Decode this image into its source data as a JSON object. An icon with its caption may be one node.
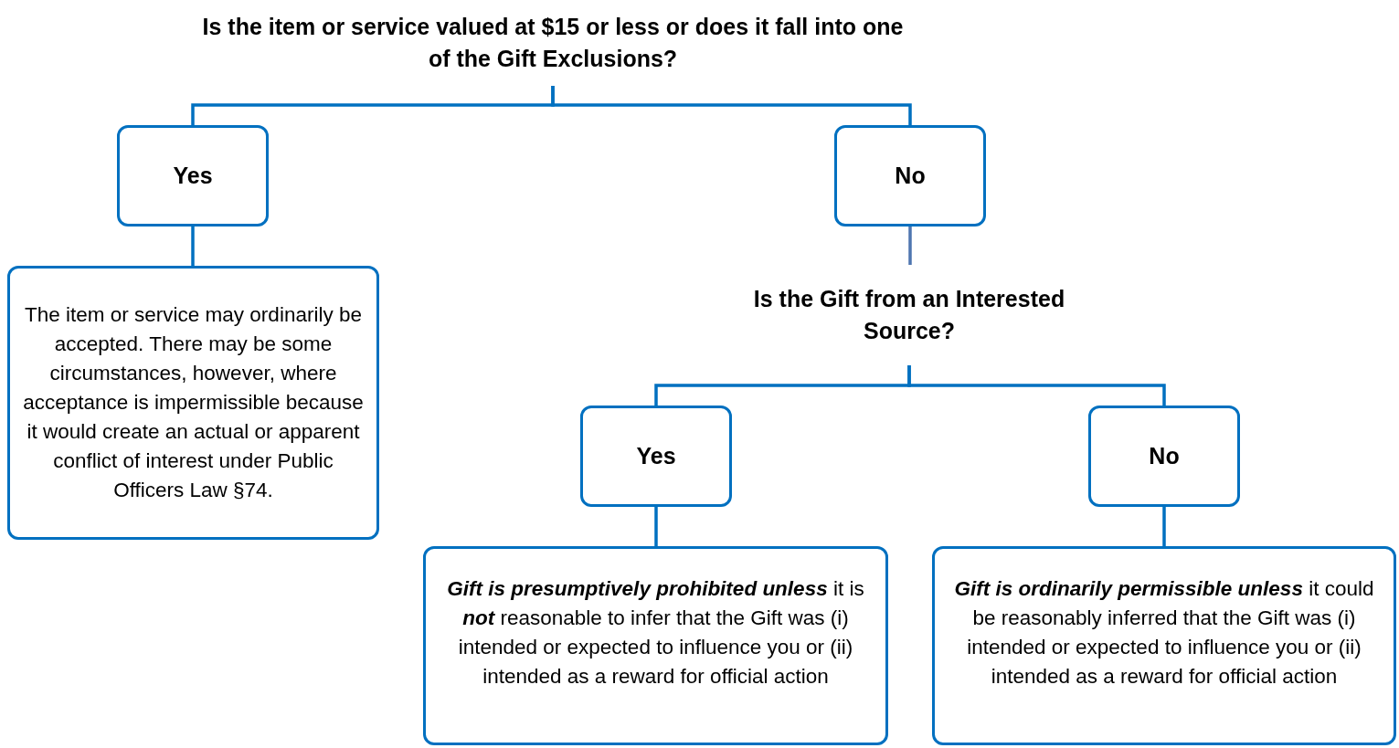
{
  "diagram": {
    "nodes": [
      {
        "text": [
          "Is the item or service valued at $15 or less or does it fall into one of the Gift Exclusions?"
        ]
      },
      {
        "text": [
          "Yes"
        ]
      },
      {
        "text": [
          "No"
        ]
      },
      {
        "text": [
          "The item or service may ordinarily be accepted.  There may be some circumstances, however, where acceptance is impermissible because it would create an actual or apparent conflict of interest under Public Officers Law §74."
        ]
      },
      {
        "text": [
          "Is the Gift from an Interested Source?"
        ]
      },
      {
        "text": [
          "Yes"
        ]
      },
      {
        "text": [
          "No"
        ]
      },
      {
        "text": [
          "**Gift is presumptively prohibited unless** it is **not** reasonable to infer that the Gift was (i) intended or expected to influence you or (ii) intended as a reward for official action"
        ]
      },
      {
        "text": [
          "**Gift is ordinarily permissible unless** it could be reasonably inferred that the Gift was (i) intended or expected to influence you or (ii) intended as a reward for official action"
        ]
      }
    ],
    "edges": [
      {
        "from": 0,
        "to": 1,
        "arrow": "none"
      },
      {
        "from": 0,
        "to": 2,
        "arrow": "none"
      },
      {
        "from": 1,
        "to": 3,
        "arrow": "none"
      },
      {
        "from": 2,
        "to": 4,
        "arrow": "none",
        "color": "#4f76b0"
      },
      {
        "from": 4,
        "to": 5,
        "arrow": "none"
      },
      {
        "from": 4,
        "to": 6,
        "arrow": "none"
      },
      {
        "from": 5,
        "to": 7,
        "arrow": "none"
      },
      {
        "from": 6,
        "to": 8,
        "arrow": "none"
      }
    ]
  }
}
